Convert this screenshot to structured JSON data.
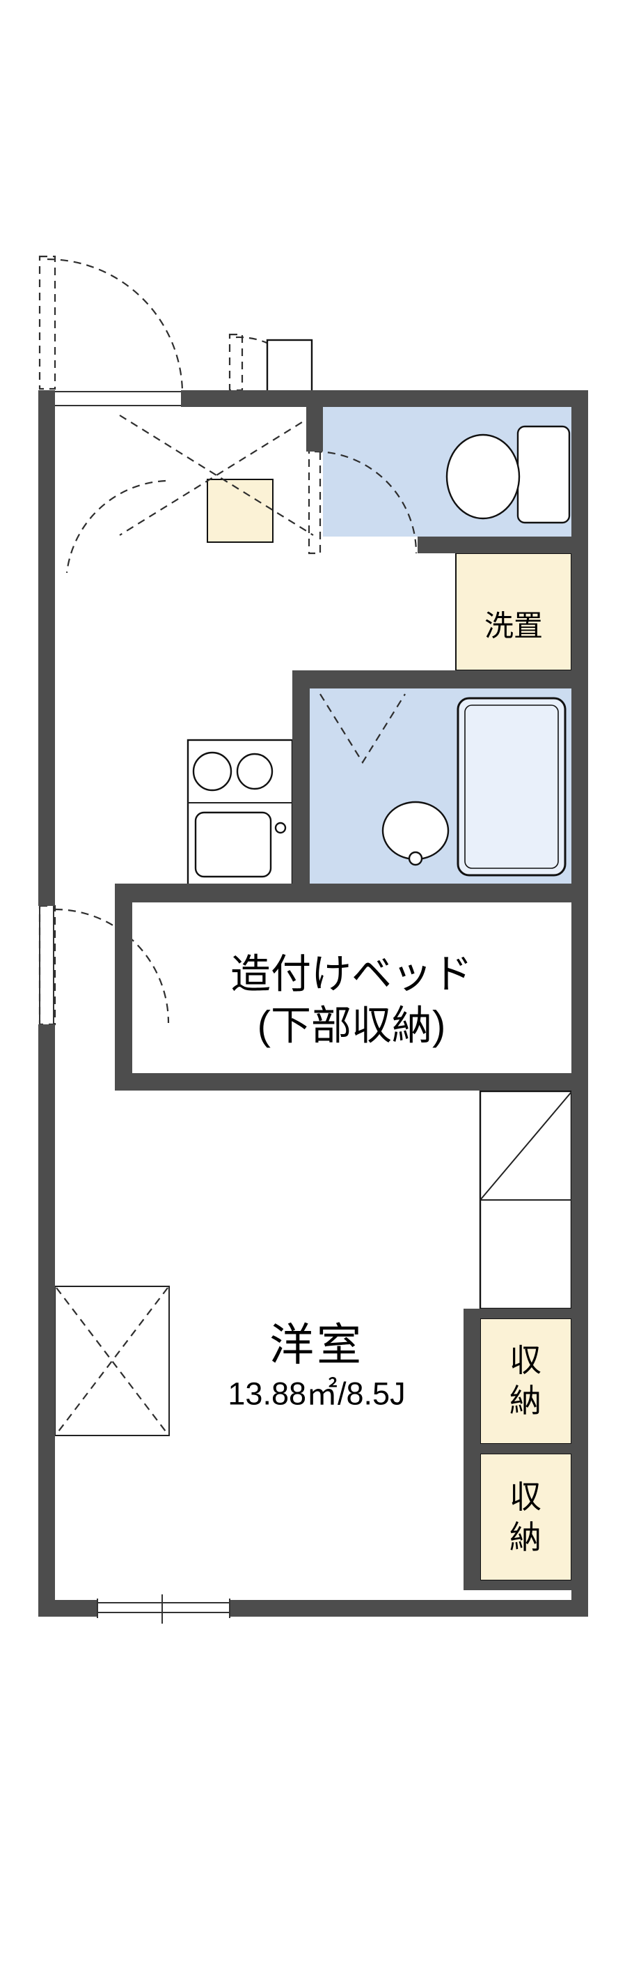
{
  "colors": {
    "wall": "#4d4d4d",
    "wet_floor": "#ccdcf0",
    "storage_fill": "#fbf2d6",
    "line": "#111111",
    "background": "#ffffff"
  },
  "plan": {
    "washer_space_label": "洗置",
    "bed_label_line1": "造付けベッド",
    "bed_label_line2": "(下部収納)",
    "room_label": "洋室",
    "room_area_label": "13.88㎡/8.5J",
    "storage_upper": {
      "line1": "収",
      "line2": "納"
    },
    "storage_lower": {
      "line1": "収",
      "line2": "納"
    }
  },
  "icons": {
    "toilet-icon": "tank rectangle + bowl ellipse",
    "bathtub-icon": "double rounded rectangle",
    "wash-basin-icon": "ellipse with drain circle",
    "stove-icon": "two burner circles",
    "kitchen-sink-icon": "rounded rectangle with faucet circle",
    "door-swing-icon": "dashed quarter arc with dashed leaf",
    "window-icon": "double thin line gap in wall",
    "closet-icon": "rectangle with diagonal"
  }
}
